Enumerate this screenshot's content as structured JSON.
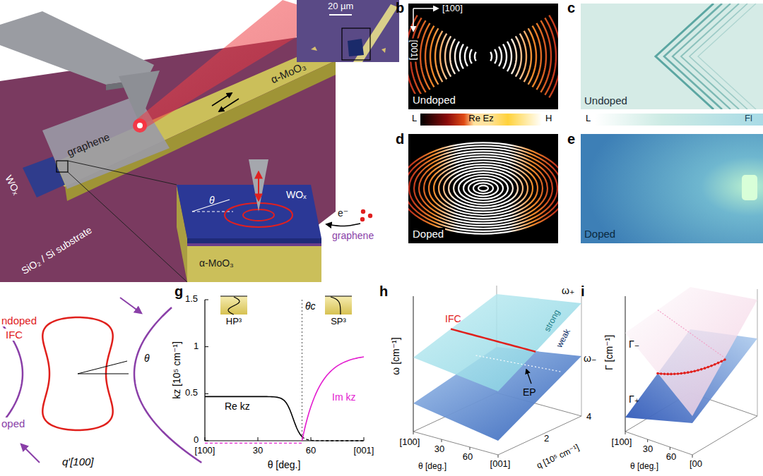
{
  "diagram": {
    "nodes": [
      {
        "text": [
          "20 µm"
        ]
      },
      {
        "text": [
          "[100]",
          "[001]",
          "Undoped"
        ]
      },
      {
        "text": [
          "Undoped"
        ]
      },
      {
        "text": [
          "Re Ez"
        ]
      },
      {
        "text": [
          "Fl"
        ]
      },
      {
        "text": [
          "Doped"
        ]
      },
      {
        "text": [
          "Doped"
        ]
      }
    ],
    "labels": [
      "graphene",
      "α-MoO₃",
      "WOₓ",
      "SiO₂ / Si substrate",
      "WOₓ",
      "α-MoO₃",
      "θ",
      "e⁻",
      "graphene",
      "b",
      "c",
      "d",
      "e",
      "L",
      "H",
      "L",
      "ndoped",
      "IFC",
      "oped",
      "q′[100]",
      "θ",
      "g",
      "1.5",
      "1",
      "0.5",
      "0",
      "[100]",
      "30",
      "60",
      "[001]",
      "θ [deg.]",
      "kz [10⁵ cm⁻¹]",
      "θc",
      "HP³",
      "SP³",
      "Re kz",
      "Im kz",
      "h",
      "ω [cm⁻¹]",
      "ω₊",
      "ω₋",
      "IFC",
      "strong",
      "weak",
      "EP",
      "[100]",
      "30",
      "60",
      "[001]",
      "θ [deg.]",
      "2",
      "4",
      "q [10⁵ cm⁻¹]",
      "i",
      "Γ [cm⁻¹]",
      "Γ₋",
      "Γ₊",
      "[100]",
      "30",
      "60",
      "[00",
      "θ [deg.]"
    ]
  }
}
